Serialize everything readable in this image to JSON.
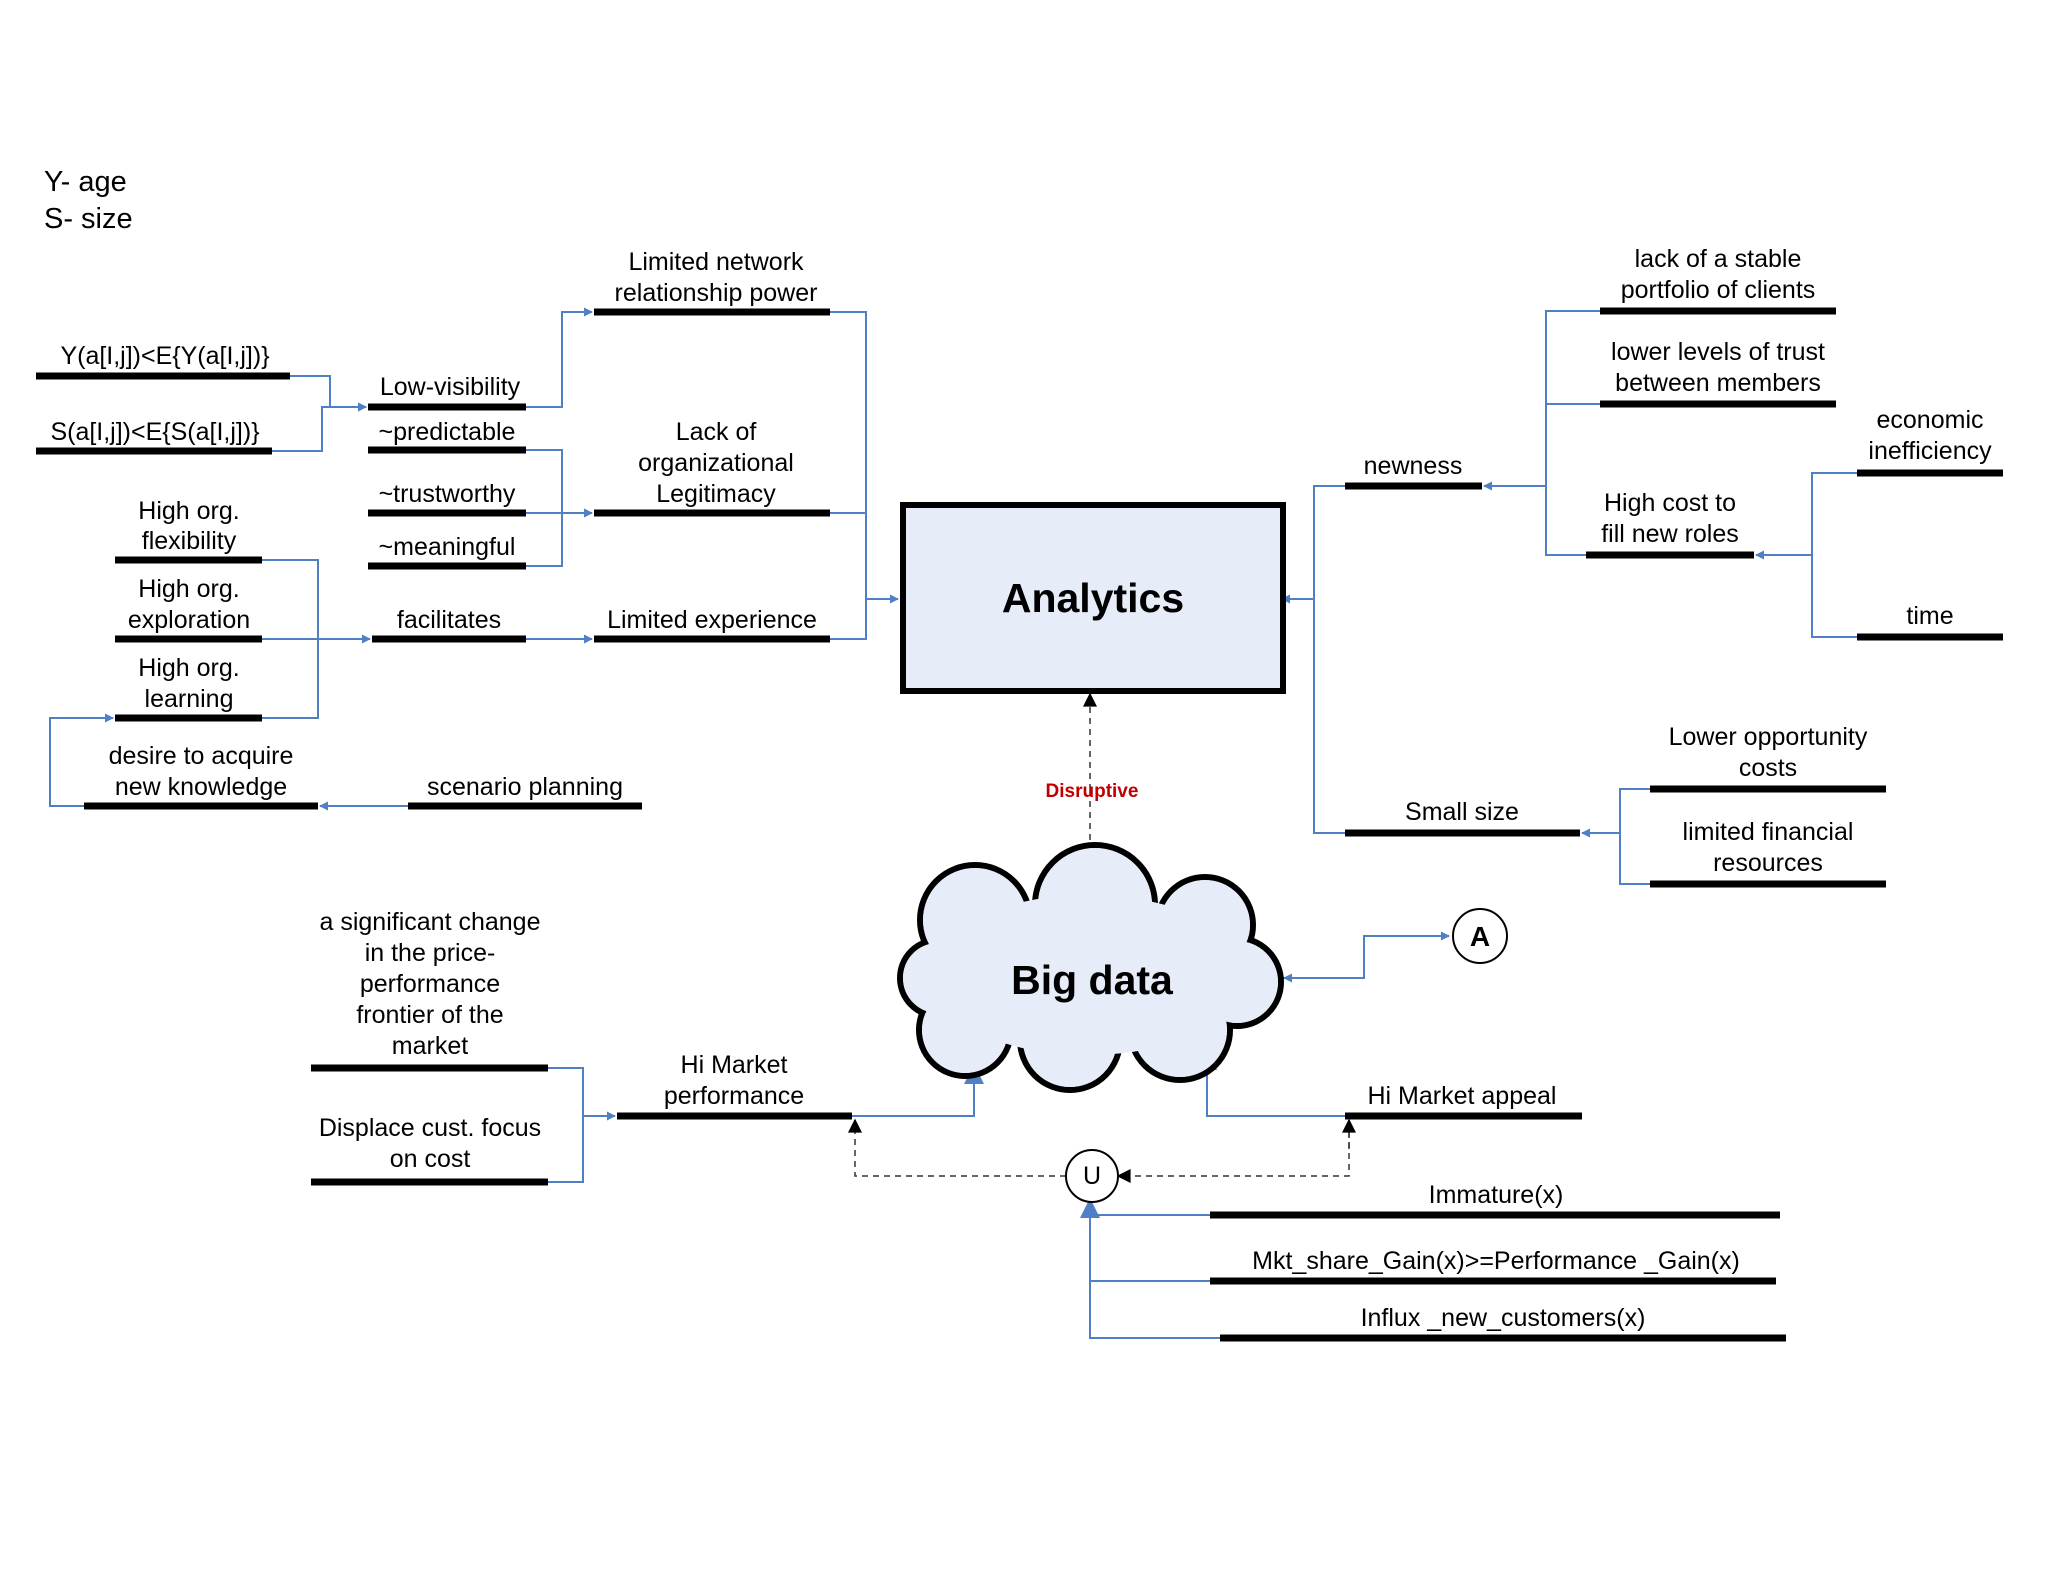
{
  "legend": {
    "age": "Y- age",
    "size": "S- size"
  },
  "nodes": {
    "y_cond": "Y(a[I,j])<E{Y(a[I,j])}",
    "s_cond": "S(a[I,j])<E{S(a[I,j])}",
    "low_visibility": "Low-visibility",
    "predictable": "~predictable",
    "trustworthy": "~trustworthy",
    "meaningful": "~meaningful",
    "limited_network_1": "Limited network",
    "limited_network_2": "relationship power",
    "lack_org_1": "Lack of",
    "lack_org_2": "organizational",
    "lack_org_3": "Legitimacy",
    "high_flex_1": "High org.",
    "high_flex_2": "flexibility",
    "high_expl_1": "High org.",
    "high_expl_2": "exploration",
    "high_learn_1": "High org.",
    "high_learn_2": "learning",
    "facilitates": "facilitates",
    "limited_experience": "Limited experience",
    "desire_1": "desire to acquire",
    "desire_2": "new knowledge",
    "scenario_planning": "scenario planning",
    "analytics": "Analytics",
    "disruptive": "Disruptive",
    "big_data": "Big data",
    "lack_stable_1": "lack of a stable",
    "lack_stable_2": "portfolio of clients",
    "lower_trust_1": "lower levels of trust",
    "lower_trust_2": "between members",
    "newness": "newness",
    "economic_1": "economic",
    "economic_2": "inefficiency",
    "high_cost_1": "High cost to",
    "high_cost_2": "fill new roles",
    "time": "time",
    "lower_opp_1": "Lower opportunity",
    "lower_opp_2": "costs",
    "small_size": "Small size",
    "limited_fin_1": "limited financial",
    "limited_fin_2": "resources",
    "node_a": "A",
    "sig_change_1": "a significant change",
    "sig_change_2": "in the price-",
    "sig_change_3": "performance",
    "sig_change_4": "frontier of the",
    "sig_change_5": "market",
    "displace_1": "Displace cust. focus",
    "displace_2": "on cost",
    "hi_perf_1": "Hi Market",
    "hi_perf_2": "performance",
    "hi_appeal": "Hi Market appeal",
    "union": "U",
    "immature": "Immature(x)",
    "mkt_share": "Mkt_share_Gain(x)>=Performance _Gain(x)",
    "influx": "Influx _new_customers(x)"
  },
  "colors": {
    "connector": "#4f7fc4",
    "bar": "#000000",
    "box_fill": "#e6ecf8",
    "disruptive": "#c00000"
  }
}
